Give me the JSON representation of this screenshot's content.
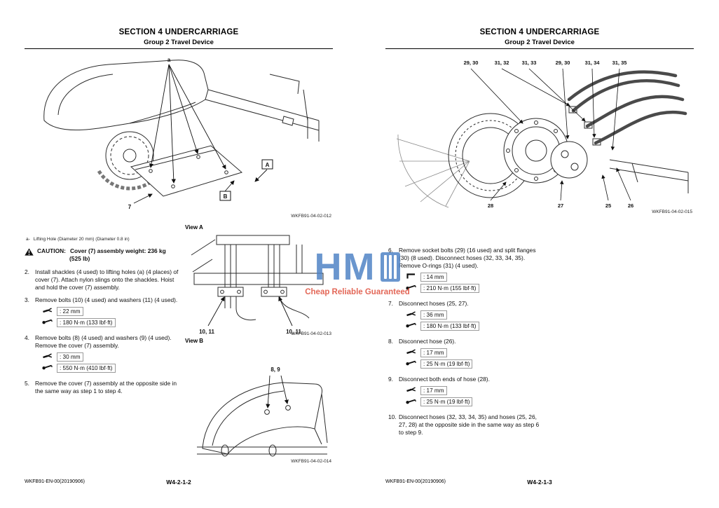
{
  "watermark": {
    "letters": "HM",
    "tagline": "Cheap Reliable Guaranteed"
  },
  "left_page": {
    "header": {
      "section": "SECTION 4 UNDERCARRIAGE",
      "group": "Group 2 Travel Device"
    },
    "main_figure": {
      "id": "WKFB91-04-02-012",
      "callout_a": "a",
      "callout_7": "7",
      "callout_box_a": "A",
      "callout_box_b": "B",
      "legend_key": "a-",
      "legend_text": "Lifting Hole (Diameter 20 mm) (Diameter 0.8 in)"
    },
    "caution": {
      "icon": "warning-triangle",
      "label": "CAUTION:",
      "line1": "Cover (7) assembly weight: 236 kg",
      "line2": "(525 lb)"
    },
    "steps": [
      {
        "num": "2.",
        "text": "Install shackles (4 used) to lifting holes (a) (4 places) of cover (7). Attach nylon slings onto the shackles. Hoist and hold the cover (7) assembly."
      },
      {
        "num": "3.",
        "text": "Remove bolts (10) (4 used) and washers (11) (4 used).",
        "specs": [
          {
            "icon": "open-end-wrench",
            "value": ": 22 mm"
          },
          {
            "icon": "torque-wrench",
            "value": ": 180 N·m (133 lbf·ft)"
          }
        ]
      },
      {
        "num": "4.",
        "text": "Remove bolts (8) (4 used) and washers (9) (4 used). Remove the cover (7) assembly.",
        "specs": [
          {
            "icon": "open-end-wrench",
            "value": ": 30 mm"
          },
          {
            "icon": "torque-wrench",
            "value": ": 550 N·m (410 lbf·ft)"
          }
        ]
      },
      {
        "num": "5.",
        "text": "Remove the cover (7) assembly at the opposite side in the same way as step 1 to step 4."
      }
    ],
    "view_a": {
      "label": "View A",
      "id": "WKFB91-04-02-013",
      "callout_left": "10, 11",
      "callout_right": "10, 11"
    },
    "view_b": {
      "label": "View B",
      "id": "WKFB91-04-02-014",
      "callout": "8, 9"
    },
    "footer": {
      "doc": "WKFB91-EN-00(20190906)",
      "page": "W4-2-1-2"
    }
  },
  "right_page": {
    "header": {
      "section": "SECTION 4 UNDERCARRIAGE",
      "group": "Group 2 Travel Device"
    },
    "main_figure": {
      "id": "WKFB91-04-02-015",
      "top_callouts": [
        "29, 30",
        "31, 32",
        "31, 33",
        "29, 30",
        "31, 34",
        "31, 35"
      ],
      "bottom_callouts": [
        "28",
        "27",
        "25",
        "26"
      ]
    },
    "steps": [
      {
        "num": "6.",
        "text": "Remove socket bolts (29) (16 used) and split flanges (30) (8 used). Disconnect hoses (32, 33, 34, 35). Remove O-rings (31) (4 used).",
        "specs": [
          {
            "icon": "hex-key",
            "value": ": 14 mm"
          },
          {
            "icon": "torque-wrench",
            "value": ": 210 N·m (155 lbf·ft)"
          }
        ]
      },
      {
        "num": "7.",
        "text": "Disconnect hoses (25, 27).",
        "specs": [
          {
            "icon": "open-end-wrench",
            "value": ": 36 mm"
          },
          {
            "icon": "torque-wrench",
            "value": ": 180 N·m (133 lbf·ft)"
          }
        ]
      },
      {
        "num": "8.",
        "text": "Disconnect hose (26).",
        "specs": [
          {
            "icon": "open-end-wrench",
            "value": ": 17 mm"
          },
          {
            "icon": "torque-wrench",
            "value": ": 25 N·m (19 lbf·ft)"
          }
        ]
      },
      {
        "num": "9.",
        "text": "Disconnect both ends of hose (28).",
        "specs": [
          {
            "icon": "open-end-wrench",
            "value": ": 17 mm"
          },
          {
            "icon": "torque-wrench",
            "value": ": 25 N·m (19 lbf·ft)"
          }
        ]
      },
      {
        "num": "10.",
        "text": "Disconnect hoses (32, 33, 34, 35) and hoses (25, 26, 27, 28) at the opposite side in the same way as step 6 to step 9."
      }
    ],
    "footer": {
      "doc": "WKFB91-EN-00(20190906)",
      "page": "W4-2-1-3"
    }
  }
}
